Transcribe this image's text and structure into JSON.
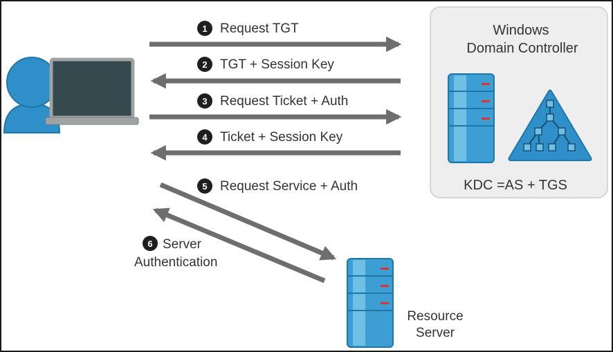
{
  "colors": {
    "arrow": "#6e6e6e",
    "badge": "#1f1f1f",
    "server_blue": "#3d9ed3",
    "server_light": "#6fc0e4",
    "server_dark": "#1f76a8",
    "server_led": "#e03030",
    "user_blue": "#2f8fc9",
    "laptop_screen": "#344a4f",
    "laptop_body": "#9fa3a4",
    "dc_panel_bg": "#eeeeee",
    "dc_panel_border": "#cccccc"
  },
  "domain_controller": {
    "title_line1": "Windows",
    "title_line2": "Domain Controller",
    "kdc_label": "KDC =AS + TGS",
    "icons": [
      "server-icon",
      "directory-tree-icon"
    ]
  },
  "resource_server": {
    "label_line1": "Resource",
    "label_line2": "Server",
    "icon": "server-icon"
  },
  "client": {
    "icons": [
      "user-icon",
      "laptop-icon"
    ]
  },
  "steps": [
    {
      "number": "1",
      "label": "Request TGT",
      "direction": "client-to-dc"
    },
    {
      "number": "2",
      "label": "TGT + Session Key",
      "direction": "dc-to-client"
    },
    {
      "number": "3",
      "label": "Request Ticket + Auth",
      "direction": "client-to-dc"
    },
    {
      "number": "4",
      "label": "Ticket + Session Key",
      "direction": "dc-to-client"
    },
    {
      "number": "5",
      "label": "Request Service + Auth",
      "direction": "client-to-resource"
    },
    {
      "number": "6",
      "label_line1": "Server",
      "label_line2": "Authentication",
      "direction": "resource-to-client"
    }
  ]
}
